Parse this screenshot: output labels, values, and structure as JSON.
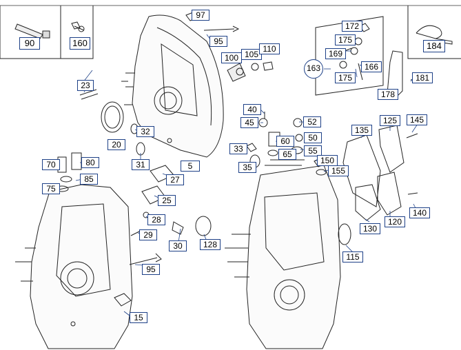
{
  "accent_color": "#1c3f86",
  "line_color": "#222222",
  "legend_boxes": [
    {
      "id": "90",
      "icon": "tube-icon"
    },
    {
      "id": "160",
      "icon": "bolt-icon"
    },
    {
      "id": "184",
      "icon": "cable-tie-icon"
    }
  ],
  "callouts": {
    "c97": "97",
    "c95a": "95",
    "c100": "100",
    "c105": "105",
    "c110": "110",
    "c23": "23",
    "c32": "32",
    "c20": "20",
    "c31": "31",
    "c5": "5",
    "c27": "27",
    "c25": "25",
    "c28": "28",
    "c29": "29",
    "c30": "30",
    "c128": "128",
    "c95b": "95",
    "c15": "15",
    "c70": "70",
    "c80": "80",
    "c85": "85",
    "c75": "75",
    "c40": "40",
    "c45": "45",
    "c52": "52",
    "c60": "60",
    "c50": "50",
    "c33": "33",
    "c65": "65",
    "c55": "55",
    "c35": "35",
    "c150": "150",
    "c155": "155",
    "c172": "172",
    "c175a": "175",
    "c169": "169",
    "c166": "166",
    "c175b": "175",
    "c163": "163",
    "c181": "181",
    "c178": "178",
    "c135": "135",
    "c125": "125",
    "c145": "145",
    "c140": "140",
    "c130": "130",
    "c120": "120",
    "c115": "115"
  }
}
